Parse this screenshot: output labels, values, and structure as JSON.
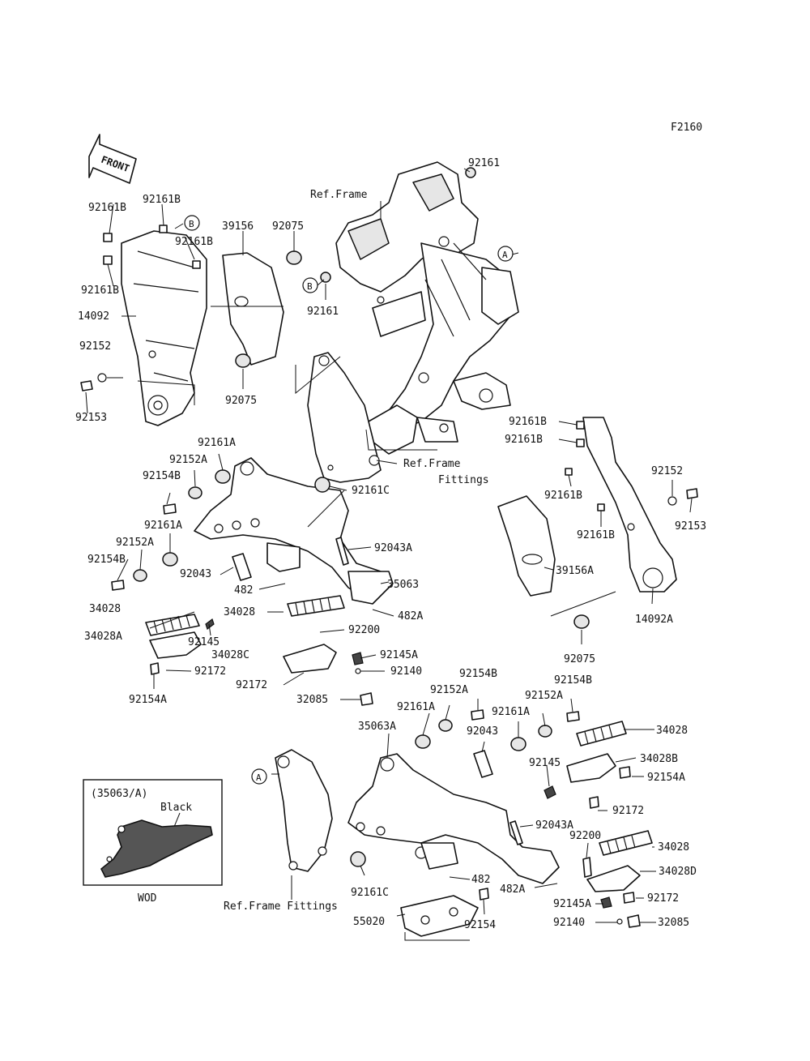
{
  "figure_code": "F2160",
  "front_arrow_label": "FRONT",
  "callouts": {
    "A": "A",
    "B": "B"
  },
  "inset": {
    "title": "(35063/A)",
    "color_label": "Black",
    "caption": "WOD"
  },
  "labels": {
    "p92161_top": "92161",
    "ref_frame": "Ref.Frame",
    "p92161b_1": "92161B",
    "p92161b_2": "92161B",
    "p92161b_3": "92161B",
    "p92161b_4": "92161B",
    "p39156": "39156",
    "p92075_top": "92075",
    "p92161_mid": "92161",
    "p14092": "14092",
    "p92152": "92152",
    "p92153": "92153",
    "p92075_mid": "92075",
    "p92161a_1": "92161A",
    "p92152a_1": "92152A",
    "p92154b_1": "92154B",
    "ref_frame_fittings_1a": "Ref.Frame",
    "ref_frame_fittings_1b": "Fittings",
    "p92161c_1": "92161C",
    "p92161a_2": "92161A",
    "p92152a_2": "92152A",
    "p92154b_2": "92154B",
    "p92043a_1": "92043A",
    "p92043_1": "92043",
    "p482_1": "482",
    "p35063": "35063",
    "p34028_1": "34028",
    "p34028_2": "34028",
    "p482a_1": "482A",
    "p34028a": "34028A",
    "p92145_1": "92145",
    "p92200_1": "92200",
    "p34028c": "34028C",
    "p92145a_1": "92145A",
    "p92172_1": "92172",
    "p92140_1": "92140",
    "p92172_2": "92172",
    "p92154a_1": "92154A",
    "p32085_1": "32085",
    "p92161b_r1": "92161B",
    "p92161b_r2": "92161B",
    "p92152_r": "92152",
    "p92153_r": "92153",
    "p92161b_r3": "92161B",
    "p92161b_r4": "92161B",
    "p39156a": "39156A",
    "p14092a": "14092A",
    "p92075_r": "92075",
    "p92154b_3": "92154B",
    "p92154b_4": "92154B",
    "p92152a_3": "92152A",
    "p92152a_4": "92152A",
    "p92161a_3": "92161A",
    "p92161a_4": "92161A",
    "p35063a": "35063A",
    "p92043_2": "92043",
    "p34028_3": "34028",
    "p34028b": "34028B",
    "p92145_2": "92145",
    "p92154a_2": "92154A",
    "p92172_3": "92172",
    "p92043a_2": "92043A",
    "p92200_2": "92200",
    "p34028_4": "34028",
    "p34028d": "34028D",
    "p482_2": "482",
    "p92161c_2": "92161C",
    "p482a_2": "482A",
    "p92172_4": "92172",
    "ref_frame_fittings_2": "Ref.Frame Fittings",
    "p92145a_2": "92145A",
    "p55020": "55020",
    "p92154": "92154",
    "p92140_2": "92140",
    "p32085_2": "32085"
  }
}
